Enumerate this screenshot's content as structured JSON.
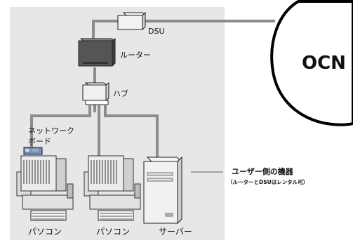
{
  "labels": {
    "dsu": "DSU",
    "router": "ルーター",
    "hub": "ハブ",
    "network_board_line1": "ネットワーク",
    "network_board_line2": "ボード",
    "pc1": "パソコン",
    "pc2": "パソコン",
    "server": "サーバー",
    "ocn": "OCN",
    "user_side_title": "ユーザー側の機器",
    "user_side_note": "（ルーターとDSUはレンタル可）"
  },
  "colors": {
    "panel": "#e7e7e7",
    "line": "#8c8c8c",
    "device_dark": "#555555",
    "device_light": "#efefef"
  }
}
